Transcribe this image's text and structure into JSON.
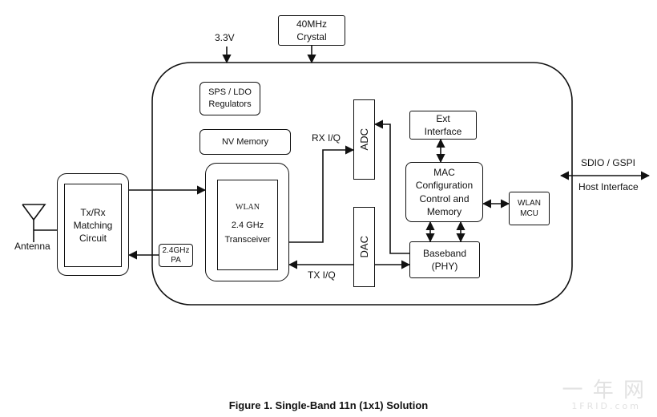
{
  "diagram": {
    "power_label": "3.3V",
    "crystal": "40MHz\nCrystal",
    "sps_ldo": "SPS / LDO\nRegulators",
    "nv_memory": "NV Memory",
    "rx_iq": "RX I/Q",
    "tx_iq": "TX I/Q",
    "adc": "ADC",
    "dac": "DAC",
    "ext_interface": "Ext\nInterface",
    "mac": "MAC\nConfiguration\nControl and\nMemory",
    "wlan_mcu": "WLAN\nMCU",
    "baseband": "Baseband\n(PHY)",
    "transceiver_title": "WLAN",
    "transceiver_body": "2.4 GHz\nTransceiver",
    "pa": "2.4GHz\nPA",
    "txrx": "Tx/Rx\nMatching\nCircuit",
    "antenna": "Antenna",
    "sdio": "SDIO / GSPI",
    "host": "Host Interface"
  },
  "caption": "Figure 1. Single-Band 11n (1x1) Solution",
  "watermark": {
    "main": "一 年 网",
    "sub": "1FRID.com"
  }
}
